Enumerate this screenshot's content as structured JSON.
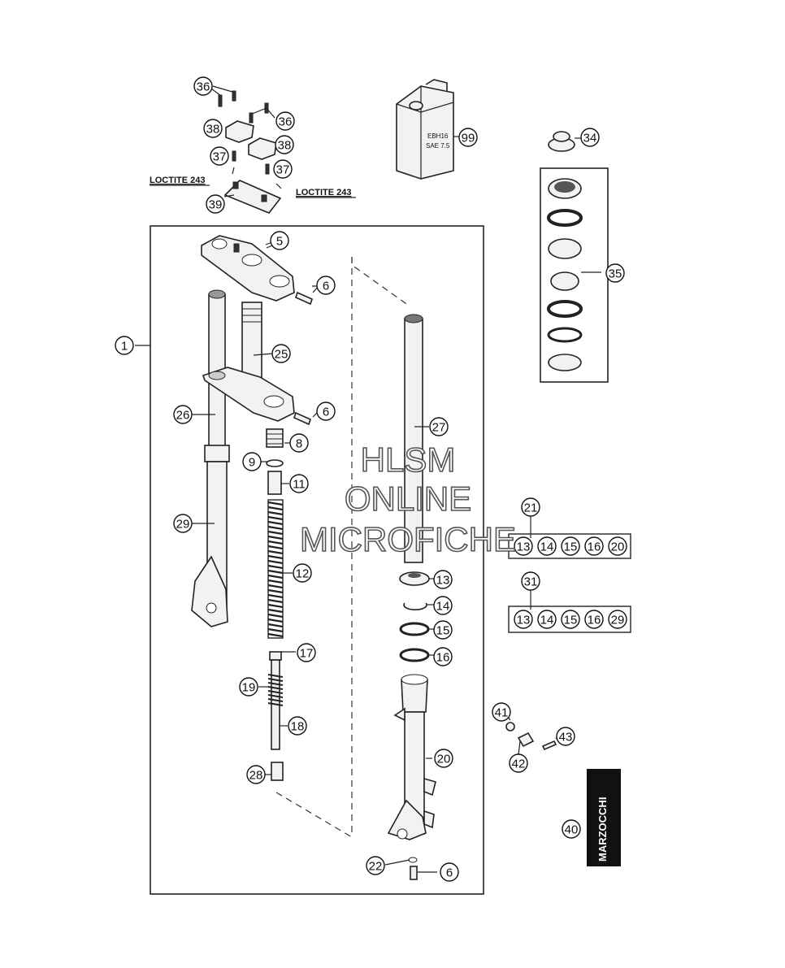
{
  "callouts": [
    {
      "label": "36",
      "id": "c36a"
    },
    {
      "label": "36",
      "id": "c36b"
    },
    {
      "label": "38",
      "id": "c38a"
    },
    {
      "label": "38",
      "id": "c38b"
    },
    {
      "label": "37",
      "id": "c37a"
    },
    {
      "label": "37",
      "id": "c37b"
    },
    {
      "label": "39",
      "id": "c39"
    },
    {
      "label": "99",
      "id": "c99"
    },
    {
      "label": "34",
      "id": "c34"
    },
    {
      "label": "35",
      "id": "c35"
    },
    {
      "label": "1",
      "id": "c1"
    },
    {
      "label": "5",
      "id": "c5"
    },
    {
      "label": "6",
      "id": "c6a"
    },
    {
      "label": "25",
      "id": "c25"
    },
    {
      "label": "6",
      "id": "c6b"
    },
    {
      "label": "26",
      "id": "c26"
    },
    {
      "label": "8",
      "id": "c8"
    },
    {
      "label": "9",
      "id": "c9"
    },
    {
      "label": "11",
      "id": "c11"
    },
    {
      "label": "29",
      "id": "c29"
    },
    {
      "label": "12",
      "id": "c12"
    },
    {
      "label": "27",
      "id": "c27"
    },
    {
      "label": "13",
      "id": "c13"
    },
    {
      "label": "14",
      "id": "c14"
    },
    {
      "label": "15",
      "id": "c15"
    },
    {
      "label": "16",
      "id": "c16"
    },
    {
      "label": "17",
      "id": "c17"
    },
    {
      "label": "19",
      "id": "c19"
    },
    {
      "label": "18",
      "id": "c18"
    },
    {
      "label": "28",
      "id": "c28"
    },
    {
      "label": "20",
      "id": "c20"
    },
    {
      "label": "22",
      "id": "c22"
    },
    {
      "label": "6",
      "id": "c6c"
    },
    {
      "label": "21",
      "id": "c21"
    },
    {
      "label": "31",
      "id": "c31"
    },
    {
      "label": "41",
      "id": "c41"
    },
    {
      "label": "42",
      "id": "c42"
    },
    {
      "label": "43",
      "id": "c43"
    },
    {
      "label": "40",
      "id": "c40"
    }
  ],
  "kit_21": [
    "13",
    "14",
    "15",
    "16",
    "20"
  ],
  "kit_31": [
    "13",
    "14",
    "15",
    "16",
    "29"
  ],
  "loctite_labels": [
    "LOCTITE 243",
    "LOCTITE 243"
  ],
  "oil_can_text": [
    "EBH16",
    "SAE 7.5"
  ],
  "brand_sticker": "MARZOCCHI",
  "watermark": [
    "HLSM",
    "ONLINE",
    "MICROFICHE"
  ]
}
